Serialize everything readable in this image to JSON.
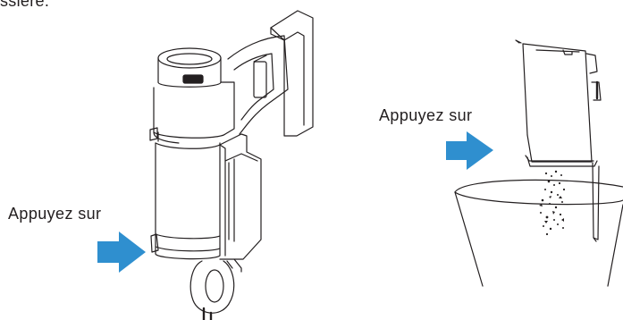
{
  "header": {
    "text": "ssière."
  },
  "figure_left": {
    "label": "Appuyez sur",
    "arrow_color": "#2f8fcf"
  },
  "figure_right": {
    "label": "Appuyez sur",
    "arrow_color": "#2f8fcf"
  }
}
